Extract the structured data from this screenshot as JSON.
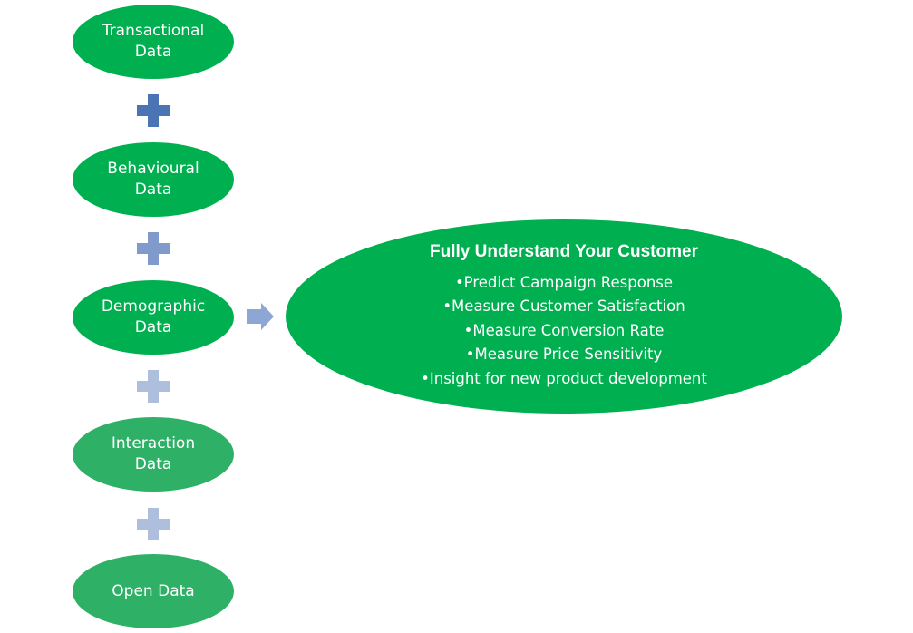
{
  "nodes": [
    {
      "label": "Transactional\nData",
      "color": "#00b050"
    },
    {
      "label": "Behavioural\nData",
      "color": "#00b050"
    },
    {
      "label": "Demographic\nData",
      "color": "#00b050"
    },
    {
      "label": "Interaction\nData",
      "color": "#2eb066"
    },
    {
      "label": "Open Data",
      "color": "#2eb066"
    }
  ],
  "plus_colors": [
    "#4a74b4",
    "#7f9acb",
    "#aebfde",
    "#aebfde"
  ],
  "arrow_color": "#8da6d4",
  "outcome": {
    "title": "Fully Understand Your Customer",
    "items": [
      "•Predict Campaign Response",
      "•Measure Customer Satisfaction",
      "•Measure Conversion Rate",
      "•Measure Price Sensitivity",
      "•Insight for new product development"
    ],
    "color": "#00b050"
  }
}
